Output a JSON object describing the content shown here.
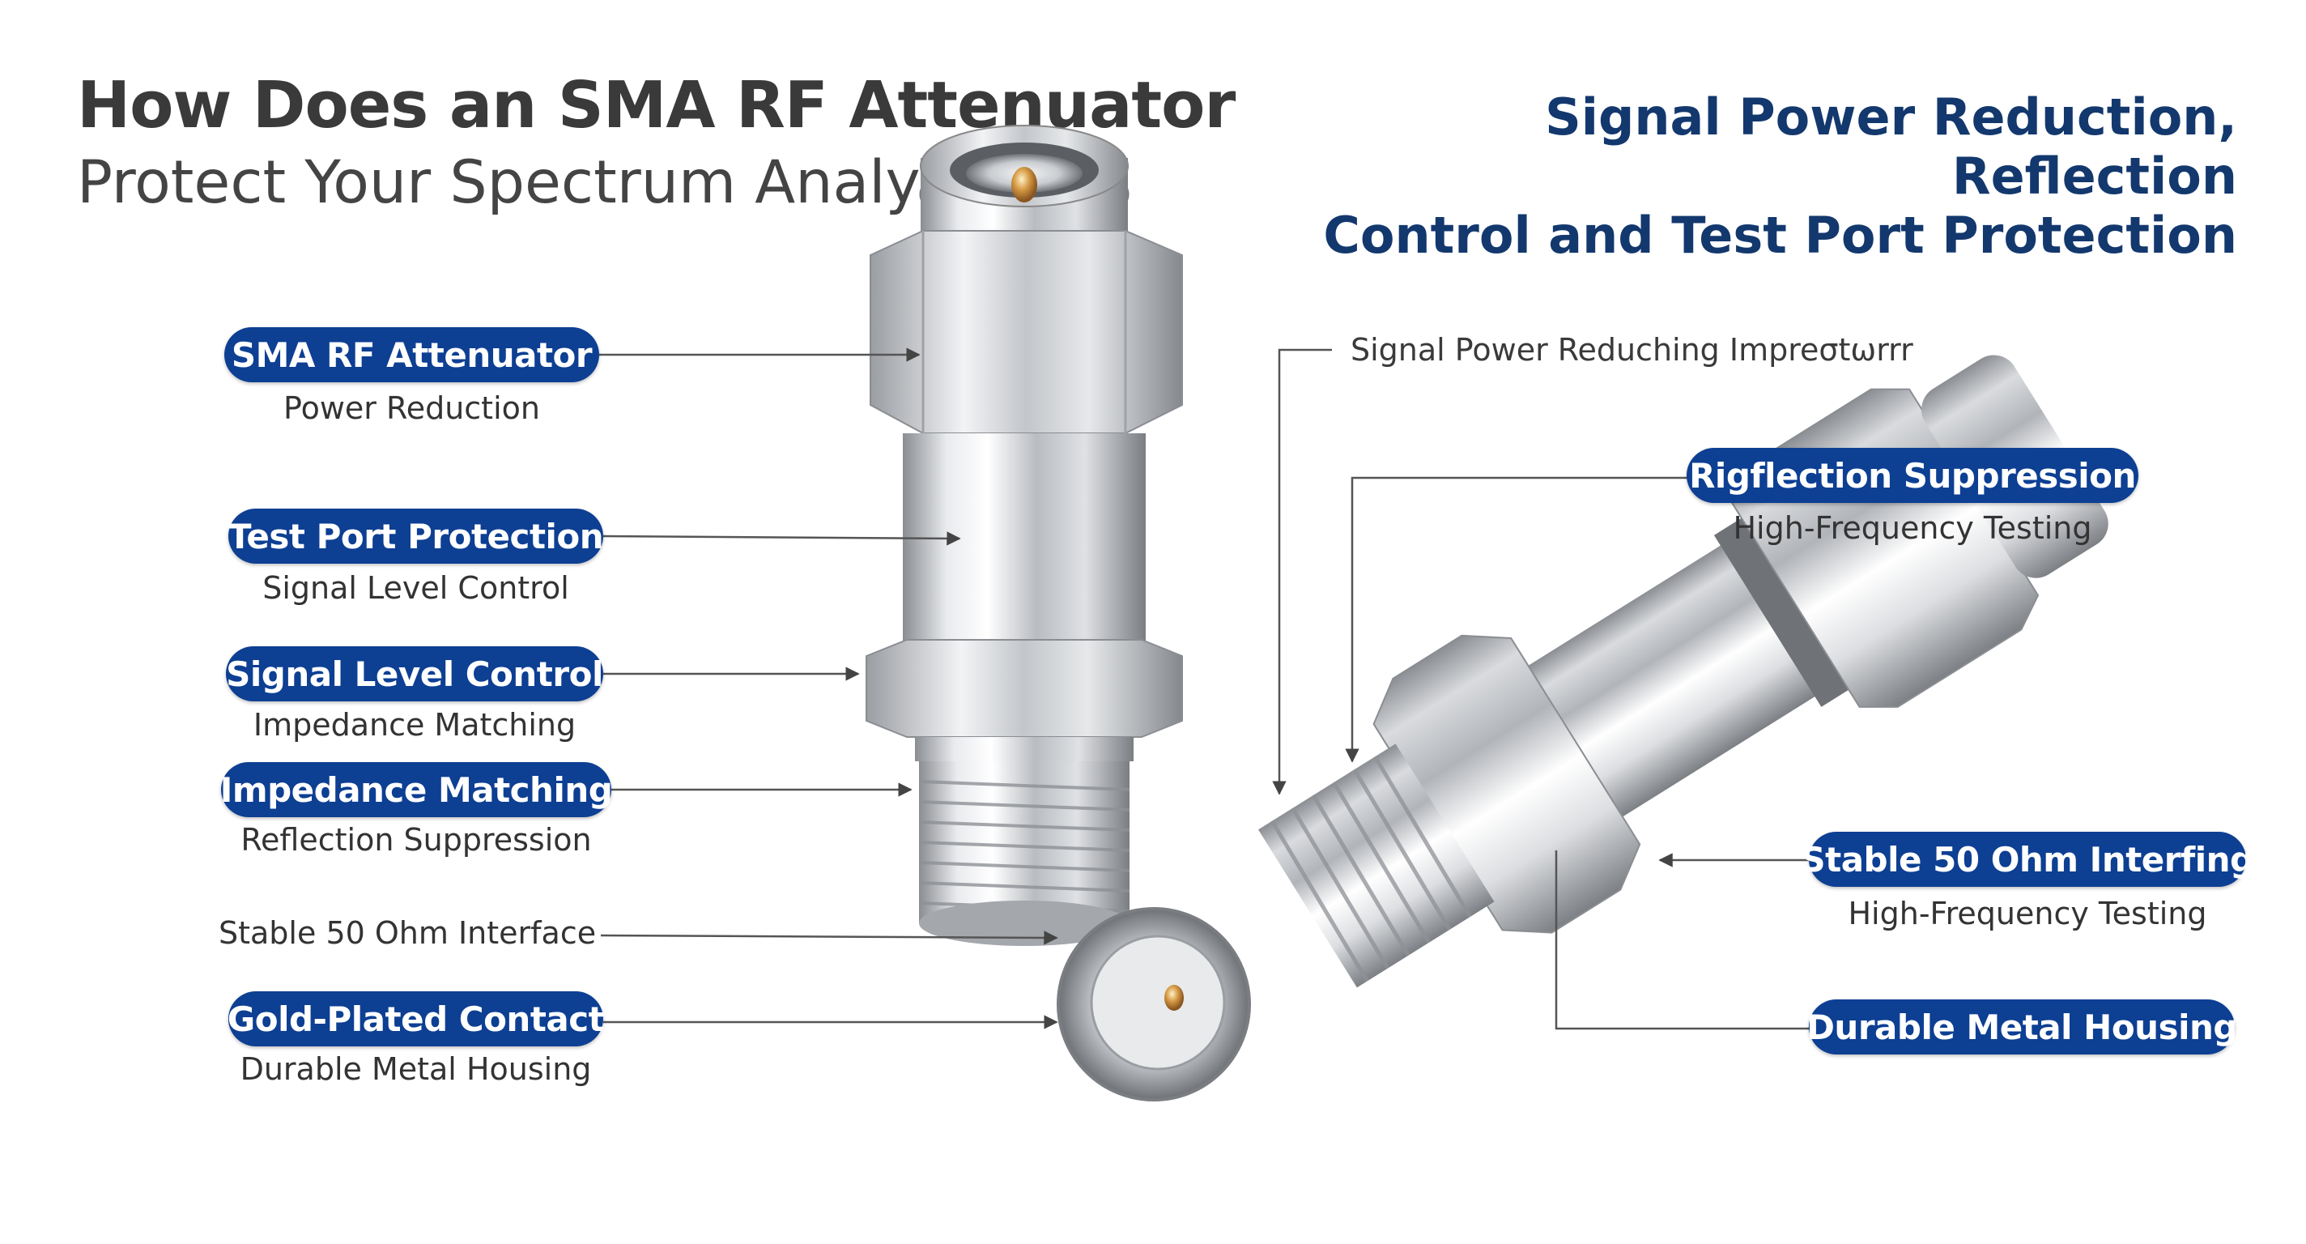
{
  "header": {
    "title_line1": "How Does an SMA RF Attenuator",
    "title_line2": "Protect Your Spectrum Analyzer?",
    "right_title_line1": "Signal Power Reduction, Reflection",
    "right_title_line2": "Control and Test Port Protection"
  },
  "colors": {
    "pill": "#0d3f93",
    "right_title": "#13386e",
    "leader": "#555555"
  },
  "left_labels": [
    {
      "label": "SMA RF Attenuator",
      "sub": "Power Reduction"
    },
    {
      "label": "Test Port Protection",
      "sub": "Signal Level Control"
    },
    {
      "label": "Signal Level Control",
      "sub": "Impedance Matching"
    },
    {
      "label": "Impedance Matching",
      "sub": "Reflection Suppression"
    },
    {
      "label": "",
      "sub": "Stable 50 Ohm Interface"
    },
    {
      "label": "Gold-Plated Contact",
      "sub": "Durable Metal Housing"
    }
  ],
  "right_labels": [
    {
      "label": "",
      "sub": "Signal Power Reduching Impreσtωrrr"
    },
    {
      "label": "Rigflection Suppression",
      "sub": "High-Frequency Testing"
    },
    {
      "label": "Stable 50 Ohm Interfing",
      "sub": "High-Frequency Testing"
    },
    {
      "label": "Durable Metal Housing",
      "sub": ""
    }
  ]
}
